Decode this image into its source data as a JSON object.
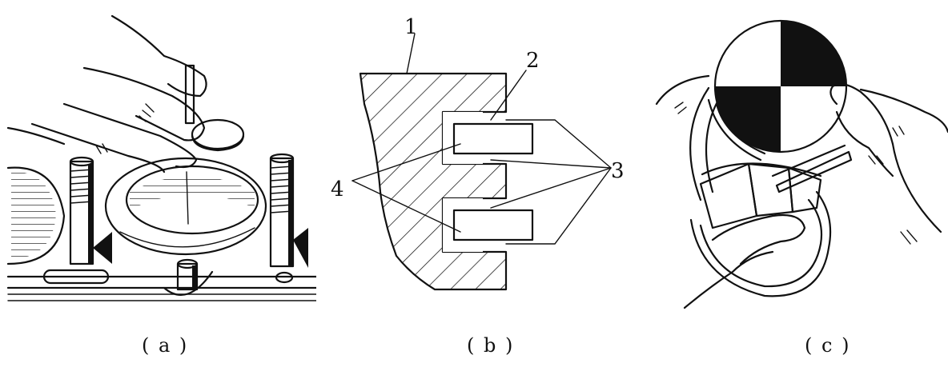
{
  "captions": {
    "a": "( a )",
    "b": "( b )",
    "c": "( c )"
  },
  "callouts": {
    "n1": "1",
    "n2": "2",
    "n3": "3",
    "n4": "4"
  },
  "colors": {
    "ink": "#111111",
    "paper": "#ffffff"
  }
}
